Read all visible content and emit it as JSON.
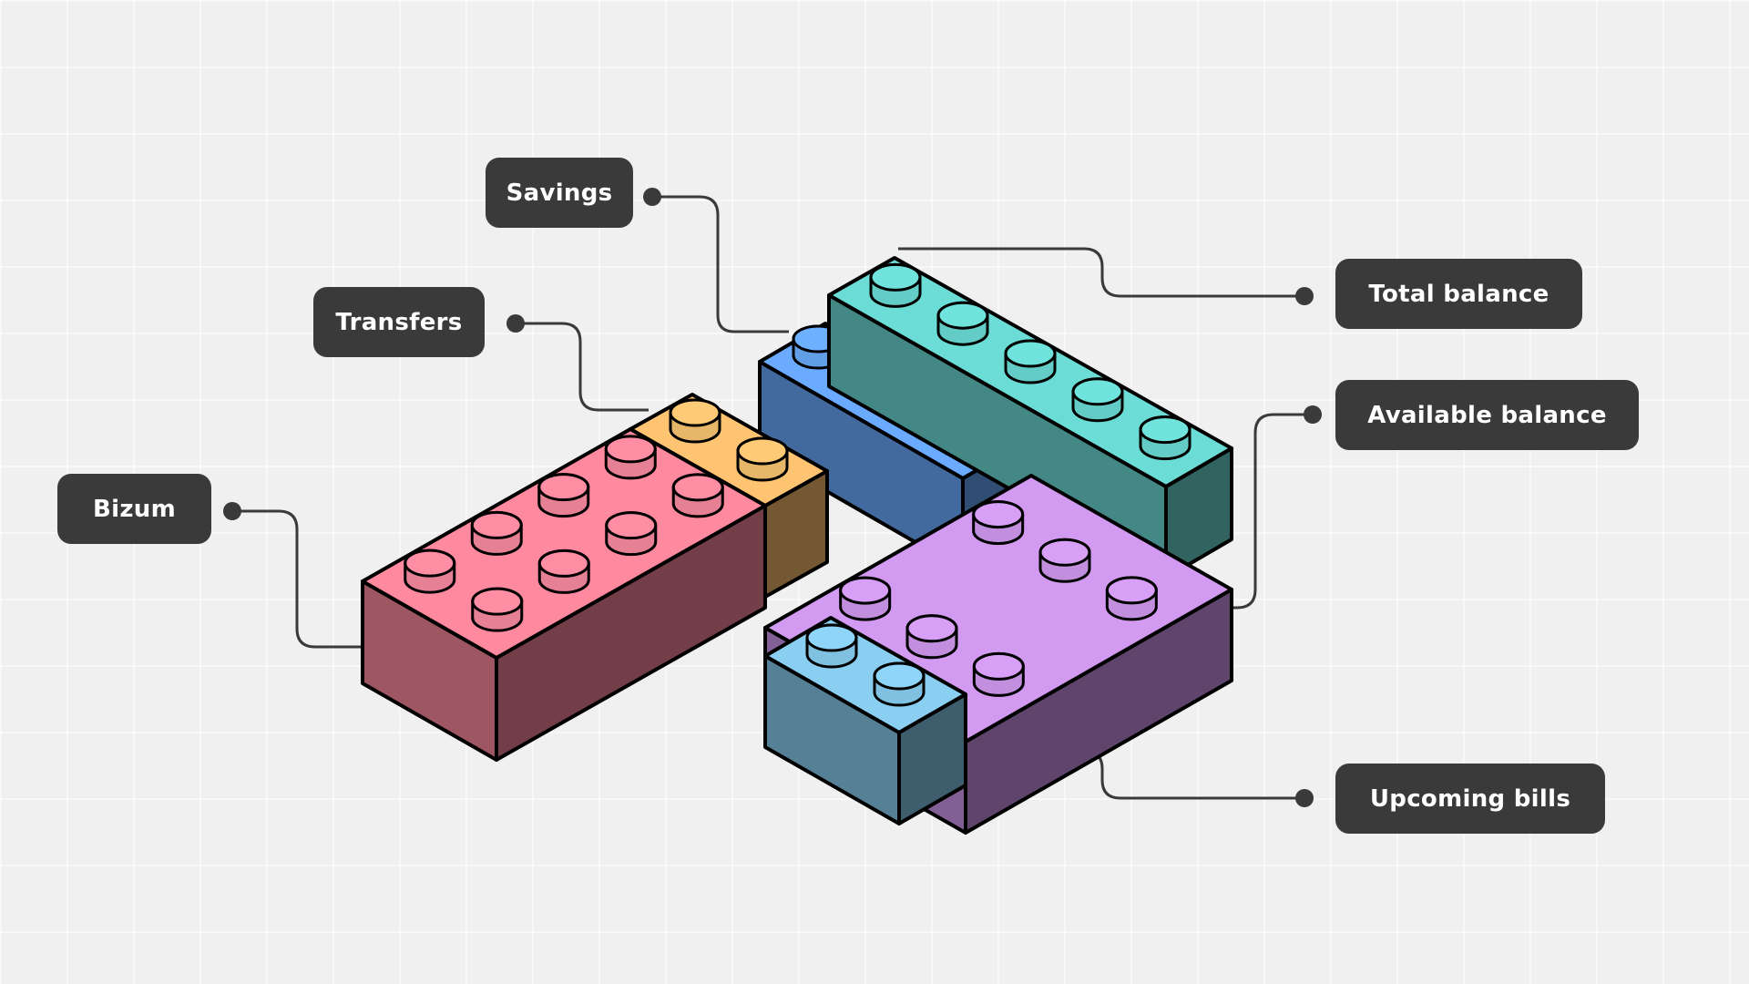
{
  "labels": {
    "savings": "Savings",
    "transfers": "Transfers",
    "bizum": "Bizum",
    "total_balance": "Total balance",
    "available_balance": "Available balance",
    "upcoming_bills": "Upcoming bills"
  },
  "colors": {
    "background": "#f0f0f0",
    "label_background": "#3a3a3a",
    "label_text": "#ffffff",
    "connector": "#3a3a3a",
    "bizum_brick": "#ff8aa0",
    "transfers_brick": "#ffc472",
    "savings_brick": "#6aabff",
    "total_balance_brick": "#6cdcd6",
    "available_balance_brick": "#d29af0",
    "upcoming_bills_brick": "#8acff2"
  },
  "bricks": [
    {
      "name": "bizum",
      "studs": "2x4",
      "color": "#ff8aa0"
    },
    {
      "name": "transfers",
      "studs": "1x2",
      "color": "#ffc472"
    },
    {
      "name": "savings",
      "studs": "1x4",
      "color": "#6aabff"
    },
    {
      "name": "total-balance",
      "studs": "1x5",
      "color": "#6cdcd6"
    },
    {
      "name": "available-balance",
      "studs": "2x3",
      "color": "#d29af0"
    },
    {
      "name": "upcoming-bills",
      "studs": "1x2",
      "color": "#8acff2"
    }
  ]
}
